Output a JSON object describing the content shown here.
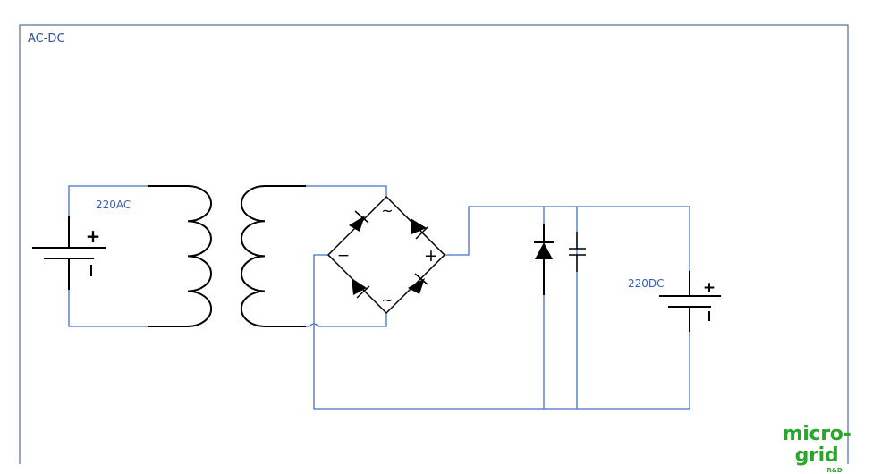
{
  "frame": {
    "title": "AC-DC"
  },
  "labels": {
    "ac_source": "220AC",
    "dc_output": "220DC"
  },
  "polarity": {
    "ac_plus": "+",
    "dc_plus": "+"
  },
  "bridge_marks": {
    "ac_top": "~",
    "ac_bottom": "~",
    "dc_minus": "−",
    "dc_plus": "+"
  },
  "logo": {
    "main": "micro-grid",
    "sub": "R&D"
  },
  "colors": {
    "wire": "#4472c4",
    "component": "#000000",
    "text": "#3a5fb0",
    "logo": "#2aa62a"
  }
}
